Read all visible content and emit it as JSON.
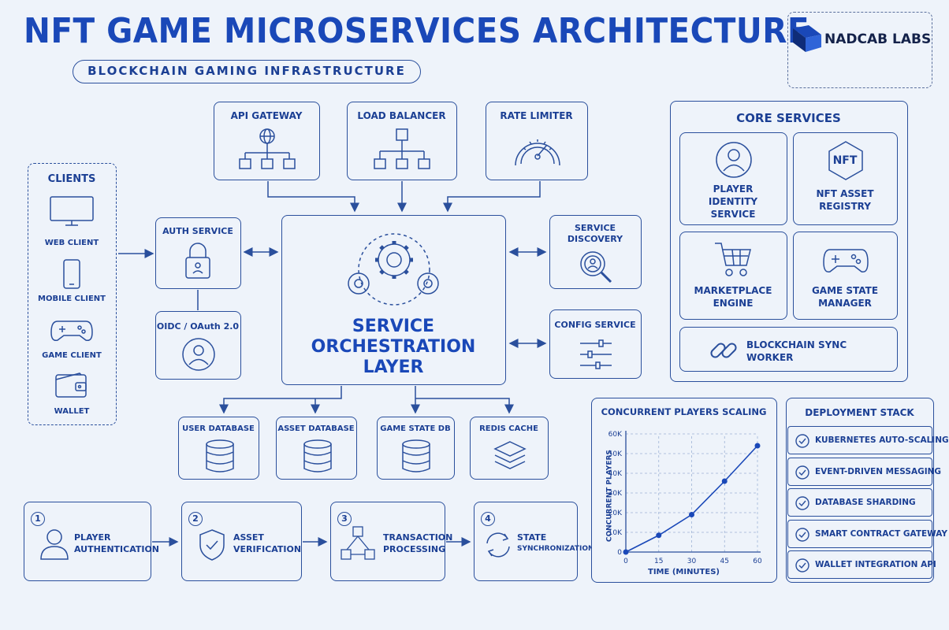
{
  "title": "NFT GAME MICROSERVICES ARCHITECTURE",
  "subtitle": "BLOCKCHAIN GAMING INFRASTRUCTURE",
  "logo": "NADCAB LABS",
  "top_services": [
    "API GATEWAY",
    "LOAD BALANCER",
    "RATE LIMITER"
  ],
  "clients": {
    "title": "CLIENTS",
    "items": [
      "WEB CLIENT",
      "MOBILE CLIENT",
      "GAME CLIENT",
      "WALLET"
    ]
  },
  "auth": {
    "service": "AUTH SERVICE",
    "oidc": "OIDC / OAuth 2.0"
  },
  "orchestration": [
    "SERVICE",
    "ORCHESTRATION",
    "LAYER"
  ],
  "right_services": {
    "discovery": [
      "SERVICE",
      "DISCOVERY"
    ],
    "config": "CONFIG SERVICE"
  },
  "core_services": {
    "title": "CORE SERVICES",
    "player": [
      "PLAYER",
      "IDENTITY",
      "SERVICE"
    ],
    "nft": [
      "NFT ASSET",
      "REGISTRY"
    ],
    "nft_badge": "NFT",
    "marketplace": [
      "MARKETPLACE",
      "ENGINE"
    ],
    "gamestate": [
      "GAME STATE",
      "MANAGER"
    ],
    "blockchain": [
      "BLOCKCHAIN SYNC",
      "WORKER"
    ]
  },
  "databases": [
    "USER DATABASE",
    "ASSET DATABASE",
    "GAME STATE DB",
    "REDIS CACHE"
  ],
  "flow": [
    {
      "num": "1",
      "lines": [
        "PLAYER",
        "AUTHENTICATION"
      ]
    },
    {
      "num": "2",
      "lines": [
        "ASSET",
        "VERIFICATION"
      ]
    },
    {
      "num": "3",
      "lines": [
        "TRANSACTION",
        "PROCESSING"
      ]
    },
    {
      "num": "4",
      "lines": [
        "STATE",
        "SYNCHRONIZATION"
      ]
    }
  ],
  "chart_data": {
    "type": "line",
    "title": "CONCURRENT PLAYERS SCALING",
    "xlabel": "TIME (MINUTES)",
    "ylabel": "CONCURRENT PLAYERS",
    "x": [
      0,
      15,
      30,
      45,
      60
    ],
    "values": [
      0,
      8500,
      19000,
      36000,
      54000
    ],
    "xticks": [
      "0",
      "15",
      "30",
      "45",
      "60"
    ],
    "yticks": [
      "0",
      "10K",
      "20K",
      "30K",
      "40K",
      "50K",
      "60K"
    ],
    "ylim": [
      0,
      60000
    ],
    "xlim": [
      0,
      60
    ],
    "grid": true
  },
  "deployment": {
    "title": "DEPLOYMENT STACK",
    "items": [
      "KUBERNETES AUTO-SCALING",
      "EVENT-DRIVEN MESSAGING",
      "DATABASE SHARDING",
      "SMART CONTRACT GATEWAY",
      "WALLET INTEGRATION API"
    ]
  },
  "colors": {
    "primary": "#1a48b8",
    "line": "#2a4f9c",
    "background": "#eef3fa"
  }
}
